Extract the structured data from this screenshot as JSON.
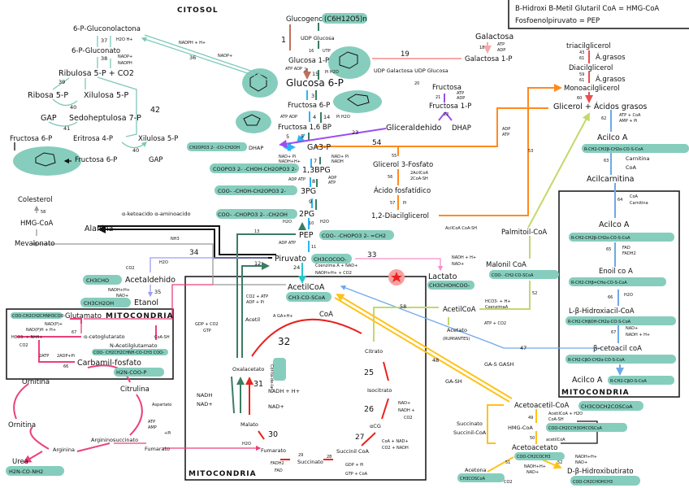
{
  "title": "CITOSOL",
  "legend": {
    "hmg": "B-Hidroxi B-Metil Glutaril CoA = HMG-CoA",
    "pep": "Fosfoenolpiruvato = PEP"
  },
  "colors": {
    "formula_pill": "#86cdbd",
    "glycolysis_down": "#29b6f6",
    "gluconeogenesis_up": "#3a7d62",
    "krebs": "#e8231f",
    "urea": "#ec407a",
    "lipid_orange": "#ff8a1e",
    "fructose_purple": "#9b4df0",
    "galactose_pink": "#f7a8a8",
    "beta_oxidation_blue": "#6fa8e8",
    "malonyl_lime": "#c2d96a",
    "ketone_yellow": "#ffc21a",
    "cholesterol_gray": "#999999",
    "lactate_pink": "#f48fc8",
    "ethanol_lavender": "#9d9cf5",
    "star_marker": "#e8231f"
  },
  "pentose": {
    "gluconolactona": "6-P-Gluconolactona",
    "n37": "37",
    "h2o_h": "H2O H+",
    "gluconato": "6-P-Gluconato",
    "n38": "38",
    "nadp": "NADP+",
    "nadph": "NADPH",
    "ribulosa": "Ribulosa 5-P + CO2",
    "n39": "39",
    "ribosa": "Ribosa 5-P",
    "xilulosa1": "Xilulosa 5-P",
    "n40a": "40",
    "gap1": "GAP",
    "sedo": "Sedoheptulosa 7-P",
    "n41": "41",
    "n42": "42",
    "fructosa6p1": "Fructosa 6-P",
    "eritrosa": "Eritrosa 4-P",
    "xilulosa2": "Xilulosa 5-P",
    "n40b": "40",
    "fructosa6p2": "Fructosa 6-P",
    "gap2": "GAP",
    "n36": "36",
    "nadph_h": "NADPH + H+",
    "nadp2": "NADP+"
  },
  "glycolysis": {
    "glucogeno": "Glucogeno",
    "glucogeno_formula": "(C6H12O5)n",
    "n1": "1",
    "udp_glucosa": "UDP Glucosa",
    "n16": "16",
    "utp": "UTP",
    "glucosa1p": "Glucosa 1-P",
    "n2": "2",
    "atp_adp_2": "ATP ADP",
    "n15": "15",
    "pi_h2o_15": "Pi H2O",
    "glucosa6p": "Glucosa 6-P",
    "n3": "3",
    "fructosa6p": "Fructosa 6-P",
    "atp_adp_4": "ATP ADP",
    "n4": "4",
    "pi_h2o_14": "Pi H2O",
    "n14": "14",
    "fructosa16bp": "Fructosa 1,6 BP",
    "n5a": "5",
    "n5b": "5",
    "dhap": "DHAP",
    "dhap_formula": "CH2OPO3 2- -CO-CH2OH",
    "ga3p": "GA3-P",
    "nad_pi_l": "NAD+ Pi",
    "nadh_l": "NADH+H+",
    "n7": "7",
    "nad_pi_r": "NAD+ Pi",
    "nadh_r": "NADH",
    "bpg13": "1,3BPG",
    "bpg13_formula": "COOPO3 2- -CHOH-CH2OPO3 2-",
    "adp_atp_l": "ADP ATP",
    "n8": "8",
    "adp_r": "ADP",
    "atp_r": "ATP",
    "pg3": "3PG",
    "pg3_formula": "COO- -CHOH-CH2OPO3 2-",
    "n9": "9",
    "pg2": "2PG",
    "pg2_formula": "COO- -CHOPO3 2- -CH2OH",
    "h2o_l": "H2O",
    "n10": "10",
    "h2o_r": "H2O",
    "pep": "PEP",
    "pep_formula": "COO- -CHOPO3 2- =CH2",
    "n13": "13",
    "adp_atp_11": "ADP ATP",
    "n11": "11",
    "piruvato": "Piruvato",
    "piruvato_formula": "CH3COCOO-",
    "n12": "12",
    "n24": "24",
    "coenzima": "Coenzima A + NAD+",
    "nadh_co2": "NADH+H+ + CO2",
    "acetilcoa": "AcetilCoA",
    "acetilcoa_formula": "CH3-CO-SCoA",
    "n33": "33",
    "nadh_lac": "NADH + H+",
    "nad_lac": "NAD+",
    "lactato": "Lactato",
    "lactato_formula": "CH3CHOHCOO-"
  },
  "galactose": {
    "galactosa": "Galactosa",
    "n18": "18",
    "atp": "ATP",
    "adp": "ADP",
    "galactosa1p": "Galactosa 1-P",
    "n19": "19",
    "udp": "UDP Galactosa UDP Glucosa",
    "n20": "20",
    "fructosa": "Fructosa",
    "n21": "21",
    "atp21": "ATP",
    "adp21": "ADP",
    "fructosa1p": "Fructosa 1-P",
    "n22": "22",
    "gliceraldehido": "Gliceraldehido",
    "dhap": "DHAP",
    "n23": "23"
  },
  "lipogenesis": {
    "n54": "54",
    "n55": "55",
    "glicerol3p": "Glicerol 3-Fosfato",
    "n56": "56",
    "acilcoa2": "2AcilCoA",
    "coash2": "2CoA-SH",
    "fosfatidico": "Ácido fosfatídico",
    "n57": "57",
    "pi": "Pi",
    "diacilglicerol": "1,2-Diacilglicerol",
    "acilcoa_coash": "AcilCoA CoA-SH",
    "adp": "ADP",
    "atp": "ATP",
    "n53": "53",
    "palmitoil": "Palmitoil-CoA"
  },
  "lipolysis": {
    "triacilglicerol": "triacilglicerol",
    "n43": "43",
    "n61a": "61",
    "agrasos1": "Á.grasos",
    "diacilglicerol": "Diacilglicerol",
    "n59": "59",
    "n61b": "61",
    "agrasos2": "Á.grasos",
    "monoacilglicerol": "Monoacilglicerol",
    "n60": "60",
    "glicerol": "Glicerol + Ácidos grasos",
    "n62": "62",
    "atp_coa": "ATP + CoA",
    "amp_pi": "AMP + Pi",
    "acilcoa": "Acilco A",
    "acilcoa_formula": "R-CH2-CH2β-CH2α-CO-S-CoA",
    "n63": "63",
    "carnitina": "Carnitina",
    "coa": "CoA",
    "acilcarnitina": "Acilcarnitina"
  },
  "beta_ox": {
    "n64": "64",
    "coa": "CoA",
    "carnitina": "Carnitina",
    "acilcoa": "Acilco A",
    "acilcoa_formula": "R-CH2-CH2β-CH2α-CO-S-CoA",
    "n65": "65",
    "fad": "FAD",
    "fadh2": "FADH2",
    "enoil": "Enoil co A",
    "enoil_formula": "R-CH2-CHβ=CHα-CO-S-CoA",
    "n66": "66",
    "h2o": "H2O",
    "hidroxiacil": "L-β-Hidroxiacil-CoA",
    "hidroxiacil_formula": "R-CH2-CHβOH-CH2α-CO-S-CoA",
    "n67": "67",
    "nad": "NAD+",
    "nadh": "NADH + H+",
    "cetoacil": "β-cetoacil coA",
    "cetoacil_formula": "R-CH2-CβO-CH2α-CO-S-CoA",
    "acilcoa2": "Acilco A",
    "acilcoa2_formula": "R-CH2-CβO-S-CoA",
    "mito": "MITOCONDRIA"
  },
  "malonyl": {
    "malonil": "Malonil CoA",
    "malonil_formula": "COO- -CH2-CO-SCoA",
    "n52": "52",
    "hco3": "HCO3- + H+",
    "coenzima": "CoenzimaA",
    "acetilcoa": "AcetilCoA",
    "atp_co2": "ATP + CO2",
    "acetato": "Acetato",
    "rumiantes": "(RUMIANTES)",
    "n58": "58",
    "n47": "47",
    "gas_gash": "GA-S GASH",
    "n48": "48",
    "gash": "GA-SH"
  },
  "cholesterol": {
    "colesterol": "Colesterol",
    "n58": "58",
    "hmg": "HMG-CoA",
    "mevalonato": "Mevalonato",
    "alanina": "Alanina",
    "cetoacido": "α-ketoacido α-aminoacido",
    "nh3": "NH3"
  },
  "ethanol": {
    "n34": "34",
    "co2": "CO2",
    "h2o": "H2O",
    "acetaldehido_formula": "CH3CHO",
    "acetaldehido": "Acetaldehido",
    "nadh": "NADH+H+",
    "nad": "NAD+",
    "n35": "35",
    "etanol_formula": "CH3CH2OH",
    "etanol": "Etanol"
  },
  "urea": {
    "glutamato_formula": "COO-CH2CH2CHNH3COO-",
    "glutamato": "Glutamato",
    "mito": "MITOCONDRIA",
    "nadp": "NAD(P)+",
    "nadph": "NAD(P)H + H+",
    "hco3": "HCO3- + NH4+",
    "co2": "CO2",
    "n67": "67",
    "cetoglutarato": "α-cetoglutarato",
    "coash": "CoA-SH",
    "acetilglutamato": "N-Acetilglutamato",
    "acetilglutamato_formula": "COO- CH2CH2CHNH-CO-CH3 COO-",
    "atp2": "2ATP",
    "adp2": "2ADP+Pi",
    "n66": "66",
    "carbamil": "Carbamil-fosfato",
    "carbamil_formula": "H2N-COO-P",
    "ornitina1": "Ornitina",
    "citrulina": "Citrulina",
    "aspartato": "Aspartato",
    "atp": "ATP",
    "amp": "AMP",
    "ppi": "+Pi",
    "argininosuccinato": "Argininosuccinato",
    "fumarato": "Fumarato",
    "ornitina2": "Ornitina",
    "arginina": "Arginina",
    "urea": "Urea",
    "urea_formula": "H2N-CO-NH2"
  },
  "krebs": {
    "co2_atp": "CO2 + ATP",
    "adp_pi": "ADP + Pi",
    "acetil": "Acetil",
    "gdp_co2": "GDP + CO2",
    "gtp": "GTP",
    "ga_h": "A GA+H+",
    "coa": "CoA",
    "n32": "32",
    "citrato": "Citrato",
    "n25": "25",
    "isocitrato": "Isocitrato",
    "n26": "26",
    "nad26": "NAD+",
    "nadh26": "NADH +",
    "co2_26": "CO2",
    "acg": "αCG",
    "n27": "27",
    "coa_nad": "CoA + NAD+",
    "co2_nadh": "CO2 + NADH",
    "succinilcoa": "Succinil CoA",
    "n28": "28",
    "gdp_pi": "GDP + Pi",
    "gtp_coa": "GTP + CoA",
    "succinato": "Succinato",
    "n29": "29",
    "fadh2": "FADH2",
    "fad": "FAD",
    "fumarato": "Fumarato",
    "n30": "30",
    "h2o": "H2O",
    "malato": "Malato",
    "n31": "31",
    "nadh_h": "NADH + H+",
    "nad": "NAD+",
    "nadh_l": "NADH",
    "nad_l": "NAD+",
    "oxalacetato": "Oxalacetato",
    "shuttle": "Cor-ta-de-lar",
    "mito": "MITOCONDRIA"
  },
  "ketone": {
    "acetoacetilcoa": "Acetoacetil-CoA",
    "acetoacetilcoa_formula": "CH3COCH2COSCoA",
    "n49": "49",
    "acetilcoa_h2o": "AcetilCoA + H2O",
    "coash": "CoA-SH",
    "succinato": "Succinato",
    "succinilcoa": "Succinil-CoA",
    "hmg": "HMG-CoA",
    "hmg_formula": "COO-CH2CCH3OHCOSCoA",
    "n50": "50",
    "acetilcoa": "acetilCoA",
    "acetoacetato": "Acetoacetato",
    "acetoacetato_formula": "COO-CH2COCH3",
    "n51": "51",
    "acetona": "Acetona",
    "acetona_formula": "CH3COSCoA",
    "co2": "CO2",
    "nadh_l": "NADH+H+",
    "nad_l": "NAD+",
    "n52": "52",
    "nadh_r": "NADH+H+",
    "nad_r": "NAD+",
    "hidroxibutirato": "D-β-Hidroxibutirato",
    "hidroxibutirato_formula": "COO-CH2CHOHCH3"
  }
}
